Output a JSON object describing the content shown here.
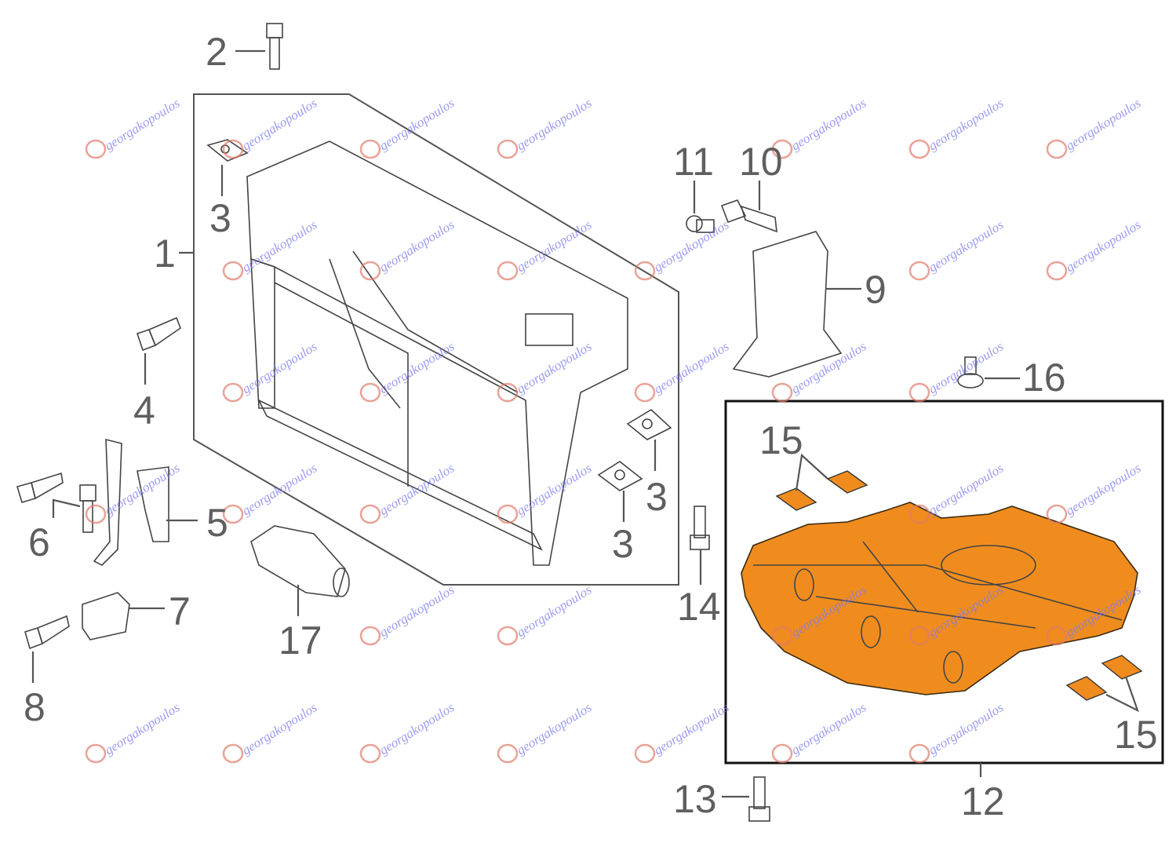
{
  "watermark": {
    "text": "georgakopoulos",
    "logo_color": "#e07a6a",
    "text_color": "#7b7bef"
  },
  "colors": {
    "undercover": "#f08c1e",
    "label": "#5f5f5f"
  },
  "callouts": [
    {
      "id": "c2",
      "label": "2"
    },
    {
      "id": "c3a",
      "label": "3"
    },
    {
      "id": "c1",
      "label": "1"
    },
    {
      "id": "c4",
      "label": "4"
    },
    {
      "id": "c6",
      "label": "6"
    },
    {
      "id": "c5",
      "label": "5"
    },
    {
      "id": "c7",
      "label": "7"
    },
    {
      "id": "c8",
      "label": "8"
    },
    {
      "id": "c17",
      "label": "17"
    },
    {
      "id": "c3b",
      "label": "3"
    },
    {
      "id": "c3c",
      "label": "3"
    },
    {
      "id": "c14",
      "label": "14"
    },
    {
      "id": "c11",
      "label": "11"
    },
    {
      "id": "c10",
      "label": "10"
    },
    {
      "id": "c9",
      "label": "9"
    },
    {
      "id": "c16",
      "label": "16"
    },
    {
      "id": "c15a",
      "label": "15"
    },
    {
      "id": "c15b",
      "label": "15"
    },
    {
      "id": "c12",
      "label": "12"
    },
    {
      "id": "c13",
      "label": "13"
    }
  ]
}
